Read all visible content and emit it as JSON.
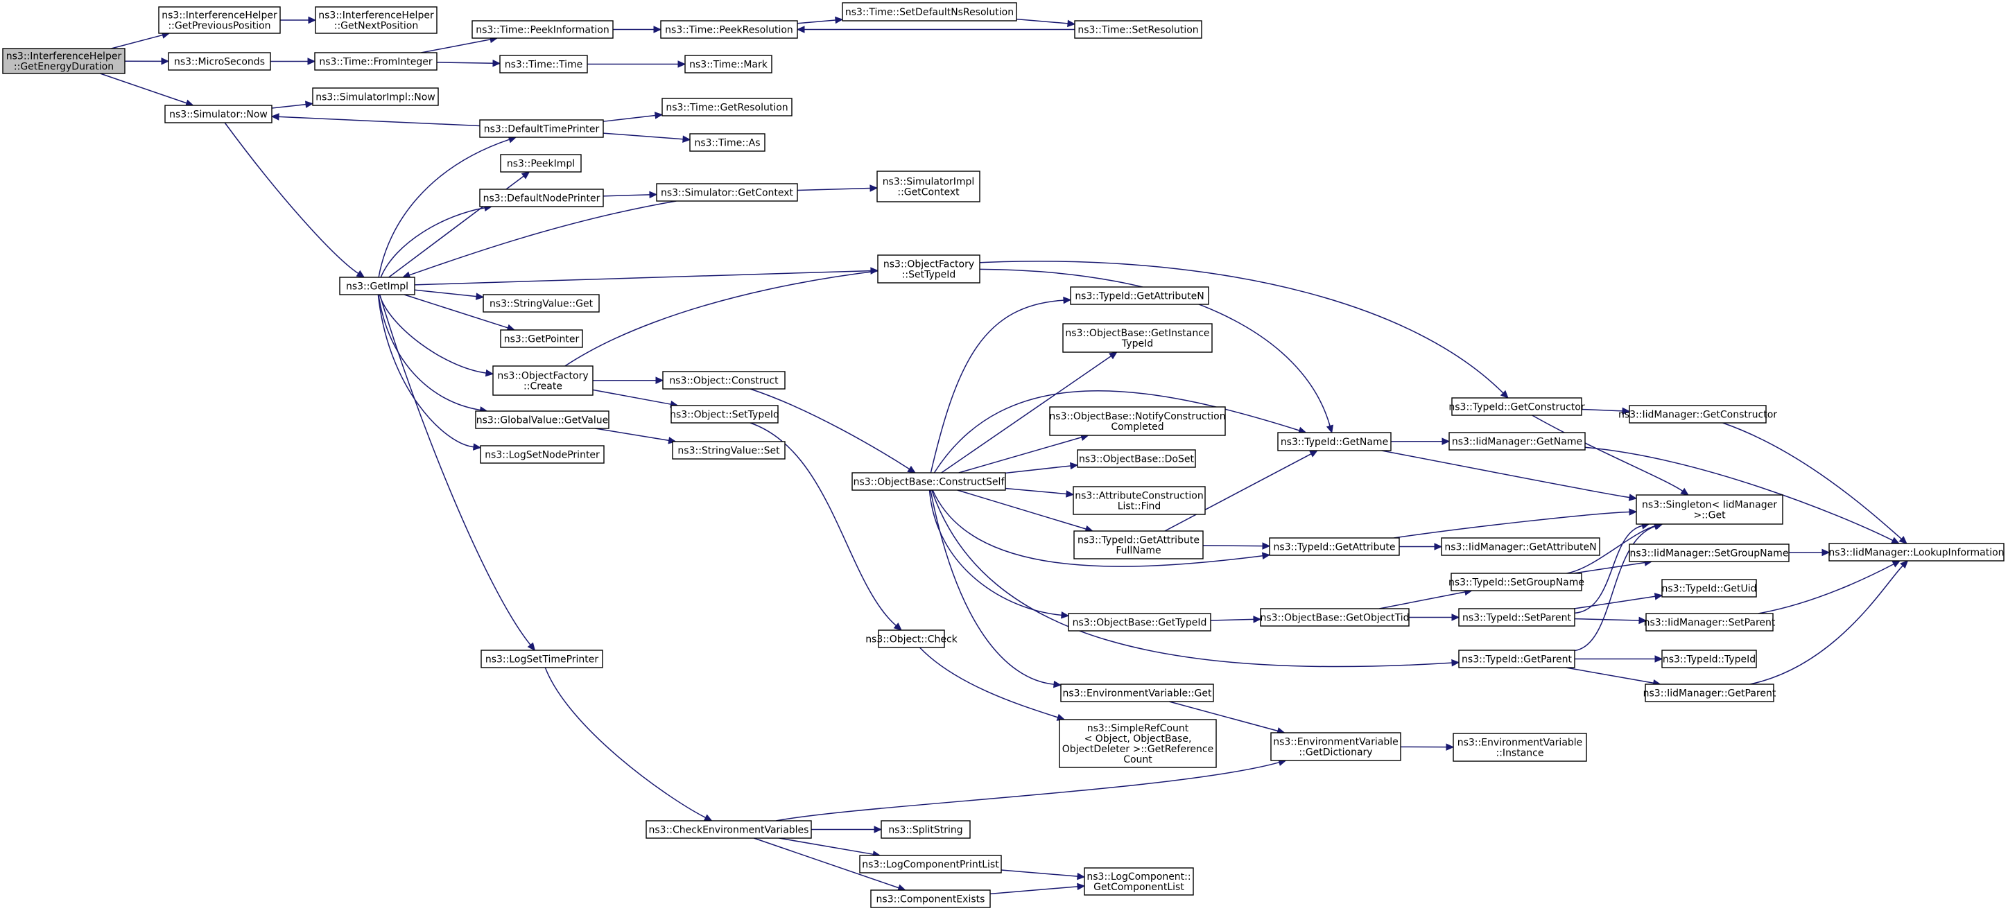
{
  "diagram": {
    "title": "",
    "colors": {
      "edge": "#191970",
      "node_border": "#000000",
      "root_fill": "#bfbfbf",
      "node_fill": "#ffffff"
    },
    "nodes": [
      {
        "id": "root",
        "lines": [
          "ns3::InterferenceHelper",
          "::GetEnergyDuration"
        ]
      },
      {
        "id": "prevpos",
        "lines": [
          "ns3::InterferenceHelper",
          "::GetPreviousPosition"
        ]
      },
      {
        "id": "nextpos",
        "lines": [
          "ns3::InterferenceHelper",
          "::GetNextPosition"
        ]
      },
      {
        "id": "microsec",
        "lines": [
          "ns3::MicroSeconds"
        ]
      },
      {
        "id": "frominteger",
        "lines": [
          "ns3::Time::FromInteger"
        ]
      },
      {
        "id": "peekinfo",
        "lines": [
          "ns3::Time::PeekInformation"
        ]
      },
      {
        "id": "peekres",
        "lines": [
          "ns3::Time::PeekResolution"
        ]
      },
      {
        "id": "setdefns",
        "lines": [
          "ns3::Time::SetDefaultNsResolution"
        ]
      },
      {
        "id": "setres",
        "lines": [
          "ns3::Time::SetResolution"
        ]
      },
      {
        "id": "timetime",
        "lines": [
          "ns3::Time::Time"
        ]
      },
      {
        "id": "timemark",
        "lines": [
          "ns3::Time::Mark"
        ]
      },
      {
        "id": "simnow",
        "lines": [
          "ns3::Simulator::Now"
        ]
      },
      {
        "id": "simimplnow",
        "lines": [
          "ns3::SimulatorImpl::Now"
        ]
      },
      {
        "id": "deftimeprinter",
        "lines": [
          "ns3::DefaultTimePrinter"
        ]
      },
      {
        "id": "timegetres",
        "lines": [
          "ns3::Time::GetResolution"
        ]
      },
      {
        "id": "timeas",
        "lines": [
          "ns3::Time::As"
        ]
      },
      {
        "id": "peekimpl",
        "lines": [
          "ns3::PeekImpl"
        ]
      },
      {
        "id": "defnodeprinter",
        "lines": [
          "ns3::DefaultNodePrinter"
        ]
      },
      {
        "id": "simgetctx",
        "lines": [
          "ns3::Simulator::GetContext"
        ]
      },
      {
        "id": "simimplgetctx",
        "lines": [
          "ns3::SimulatorImpl",
          "::GetContext"
        ]
      },
      {
        "id": "getimpl",
        "lines": [
          "ns3::GetImpl"
        ]
      },
      {
        "id": "ofsettypeid",
        "lines": [
          "ns3::ObjectFactory",
          "::SetTypeId"
        ]
      },
      {
        "id": "strvalget",
        "lines": [
          "ns3::StringValue::Get"
        ]
      },
      {
        "id": "getpointer",
        "lines": [
          "ns3::GetPointer"
        ]
      },
      {
        "id": "ofcreate",
        "lines": [
          "ns3::ObjectFactory",
          "::Create"
        ]
      },
      {
        "id": "objconstruct",
        "lines": [
          "ns3::Object::Construct"
        ]
      },
      {
        "id": "objsettypeid",
        "lines": [
          "ns3::Object::SetTypeId"
        ]
      },
      {
        "id": "gvgetvalue",
        "lines": [
          "ns3::GlobalValue::GetValue"
        ]
      },
      {
        "id": "strvalset",
        "lines": [
          "ns3::StringValue::Set"
        ]
      },
      {
        "id": "logsetnodeprinter",
        "lines": [
          "ns3::LogSetNodePrinter"
        ]
      },
      {
        "id": "logsettimeprinter",
        "lines": [
          "ns3::LogSetTimePrinter"
        ]
      },
      {
        "id": "checkenv",
        "lines": [
          "ns3::CheckEnvironmentVariables"
        ]
      },
      {
        "id": "splitstring",
        "lines": [
          "ns3::SplitString"
        ]
      },
      {
        "id": "logcompprintlist",
        "lines": [
          "ns3::LogComponentPrintList"
        ]
      },
      {
        "id": "compexists",
        "lines": [
          "ns3::ComponentExists"
        ]
      },
      {
        "id": "logcompgetlist",
        "lines": [
          "ns3::LogComponent::",
          "GetComponentList"
        ]
      },
      {
        "id": "objcheck",
        "lines": [
          "ns3::Object::Check"
        ]
      },
      {
        "id": "simplerefcount",
        "lines": [
          "ns3::SimpleRefCount",
          "< Object, ObjectBase,",
          "ObjectDeleter >::GetReference",
          "Count"
        ]
      },
      {
        "id": "obconstructself",
        "lines": [
          "ns3::ObjectBase::ConstructSelf"
        ]
      },
      {
        "id": "tidgetattrn",
        "lines": [
          "ns3::TypeId::GetAttributeN"
        ]
      },
      {
        "id": "obgetinsttid",
        "lines": [
          "ns3::ObjectBase::GetInstance",
          "TypeId"
        ]
      },
      {
        "id": "obnotify",
        "lines": [
          "ns3::ObjectBase::NotifyConstruction",
          "Completed"
        ]
      },
      {
        "id": "obdoset",
        "lines": [
          "ns3::ObjectBase::DoSet"
        ]
      },
      {
        "id": "attrconstrfind",
        "lines": [
          "ns3::AttributeConstruction",
          "List::Find"
        ]
      },
      {
        "id": "tidgetattrfull",
        "lines": [
          "ns3::TypeId::GetAttribute",
          "FullName"
        ]
      },
      {
        "id": "obgettypeid",
        "lines": [
          "ns3::ObjectBase::GetTypeId"
        ]
      },
      {
        "id": "envget",
        "lines": [
          "ns3::EnvironmentVariable::Get"
        ]
      },
      {
        "id": "envgetdict",
        "lines": [
          "ns3::EnvironmentVariable",
          "::GetDictionary"
        ]
      },
      {
        "id": "envinstance",
        "lines": [
          "ns3::EnvironmentVariable",
          "::Instance"
        ]
      },
      {
        "id": "tidgetname",
        "lines": [
          "ns3::TypeId::GetName"
        ]
      },
      {
        "id": "tidgetattr",
        "lines": [
          "ns3::TypeId::GetAttribute"
        ]
      },
      {
        "id": "obgetobjtid",
        "lines": [
          "ns3::ObjectBase::GetObjectTid"
        ]
      },
      {
        "id": "tidgetconstructor",
        "lines": [
          "ns3::TypeId::GetConstructor"
        ]
      },
      {
        "id": "iidgetconstructor",
        "lines": [
          "ns3::IidManager::GetConstructor"
        ]
      },
      {
        "id": "iidgetname",
        "lines": [
          "ns3::IidManager::GetName"
        ]
      },
      {
        "id": "singletonget",
        "lines": [
          "ns3::Singleton< IidManager",
          ">::Get"
        ]
      },
      {
        "id": "iidgetattrn",
        "lines": [
          "ns3::IidManager::GetAttributeN"
        ]
      },
      {
        "id": "tidsetgroupname",
        "lines": [
          "ns3::TypeId::SetGroupName"
        ]
      },
      {
        "id": "iidsetgroupname",
        "lines": [
          "ns3::IidManager::SetGroupName"
        ]
      },
      {
        "id": "iidlookup",
        "lines": [
          "ns3::IidManager::LookupInformation"
        ]
      },
      {
        "id": "tidgetuid",
        "lines": [
          "ns3::TypeId::GetUid"
        ]
      },
      {
        "id": "tidsetparent",
        "lines": [
          "ns3::TypeId::SetParent"
        ]
      },
      {
        "id": "iidsetparent",
        "lines": [
          "ns3::IidManager::SetParent"
        ]
      },
      {
        "id": "tidgetparent",
        "lines": [
          "ns3::TypeId::GetParent"
        ]
      },
      {
        "id": "tidtypeid",
        "lines": [
          "ns3::TypeId::TypeId"
        ]
      },
      {
        "id": "iidgetparent",
        "lines": [
          "ns3::IidManager::GetParent"
        ]
      }
    ],
    "edges": [
      [
        "root",
        "prevpos"
      ],
      [
        "root",
        "microsec"
      ],
      [
        "root",
        "simnow"
      ],
      [
        "prevpos",
        "nextpos"
      ],
      [
        "microsec",
        "frominteger"
      ],
      [
        "frominteger",
        "peekinfo"
      ],
      [
        "frominteger",
        "timetime"
      ],
      [
        "peekinfo",
        "peekres"
      ],
      [
        "peekres",
        "setdefns"
      ],
      [
        "setdefns",
        "setres"
      ],
      [
        "setres",
        "peekres"
      ],
      [
        "timetime",
        "timemark"
      ],
      [
        "simnow",
        "simimplnow"
      ],
      [
        "simnow",
        "getimpl"
      ],
      [
        "deftimeprinter",
        "simnow"
      ],
      [
        "deftimeprinter",
        "timegetres"
      ],
      [
        "deftimeprinter",
        "timeas"
      ],
      [
        "getimpl",
        "deftimeprinter"
      ],
      [
        "getimpl",
        "peekimpl"
      ],
      [
        "getimpl",
        "defnodeprinter"
      ],
      [
        "getimpl",
        "ofsettypeid"
      ],
      [
        "getimpl",
        "strvalget"
      ],
      [
        "getimpl",
        "getpointer"
      ],
      [
        "getimpl",
        "ofcreate"
      ],
      [
        "getimpl",
        "gvgetvalue"
      ],
      [
        "getimpl",
        "logsetnodeprinter"
      ],
      [
        "getimpl",
        "logsettimeprinter"
      ],
      [
        "defnodeprinter",
        "simgetctx"
      ],
      [
        "simgetctx",
        "getimpl"
      ],
      [
        "simgetctx",
        "simimplgetctx"
      ],
      [
        "ofsettypeid",
        "tidgetname"
      ],
      [
        "ofcreate",
        "tidgetconstructor"
      ],
      [
        "ofcreate",
        "objconstruct"
      ],
      [
        "ofcreate",
        "objsettypeid"
      ],
      [
        "gvgetvalue",
        "strvalset"
      ],
      [
        "objconstruct",
        "obconstructself"
      ],
      [
        "objsettypeid",
        "objcheck"
      ],
      [
        "objcheck",
        "simplerefcount"
      ],
      [
        "logsettimeprinter",
        "checkenv"
      ],
      [
        "checkenv",
        "envgetdict"
      ],
      [
        "checkenv",
        "splitstring"
      ],
      [
        "checkenv",
        "logcompprintlist"
      ],
      [
        "checkenv",
        "compexists"
      ],
      [
        "logcompprintlist",
        "logcompgetlist"
      ],
      [
        "compexists",
        "logcompgetlist"
      ],
      [
        "obconstructself",
        "tidgetattrn"
      ],
      [
        "obconstructself",
        "obgetinsttid"
      ],
      [
        "obconstructself",
        "tidgetname"
      ],
      [
        "obconstructself",
        "obnotify"
      ],
      [
        "obconstructself",
        "obdoset"
      ],
      [
        "obconstructself",
        "attrconstrfind"
      ],
      [
        "obconstructself",
        "tidgetattrfull"
      ],
      [
        "obconstructself",
        "tidgetattr"
      ],
      [
        "obconstructself",
        "obgettypeid"
      ],
      [
        "obconstructself",
        "tidgetparent"
      ],
      [
        "obconstructself",
        "envget"
      ],
      [
        "tidgetattrfull",
        "tidgetname"
      ],
      [
        "tidgetattrfull",
        "tidgetattr"
      ],
      [
        "obgettypeid",
        "obgetobjtid"
      ],
      [
        "obgetobjtid",
        "tidsetgroupname"
      ],
      [
        "obgetobjtid",
        "tidsetparent"
      ],
      [
        "envget",
        "envgetdict"
      ],
      [
        "envgetdict",
        "envinstance"
      ],
      [
        "tidgetname",
        "iidgetname"
      ],
      [
        "tidgetname",
        "singletonget"
      ],
      [
        "tidgetattr",
        "iidgetattrn"
      ],
      [
        "tidgetattr",
        "singletonget"
      ],
      [
        "tidgetconstructor",
        "iidgetconstructor"
      ],
      [
        "tidgetconstructor",
        "singletonget"
      ],
      [
        "iidgetconstructor",
        "iidlookup"
      ],
      [
        "iidgetname",
        "iidlookup"
      ],
      [
        "tidsetgroupname",
        "iidsetgroupname"
      ],
      [
        "tidsetgroupname",
        "singletonget"
      ],
      [
        "iidsetgroupname",
        "iidlookup"
      ],
      [
        "tidsetparent",
        "tidgetuid"
      ],
      [
        "tidsetparent",
        "iidsetparent"
      ],
      [
        "tidsetparent",
        "singletonget"
      ],
      [
        "iidsetparent",
        "iidlookup"
      ],
      [
        "tidgetparent",
        "tidtypeid"
      ],
      [
        "tidgetparent",
        "iidgetparent"
      ],
      [
        "tidgetparent",
        "singletonget"
      ],
      [
        "iidgetparent",
        "iidlookup"
      ]
    ]
  }
}
